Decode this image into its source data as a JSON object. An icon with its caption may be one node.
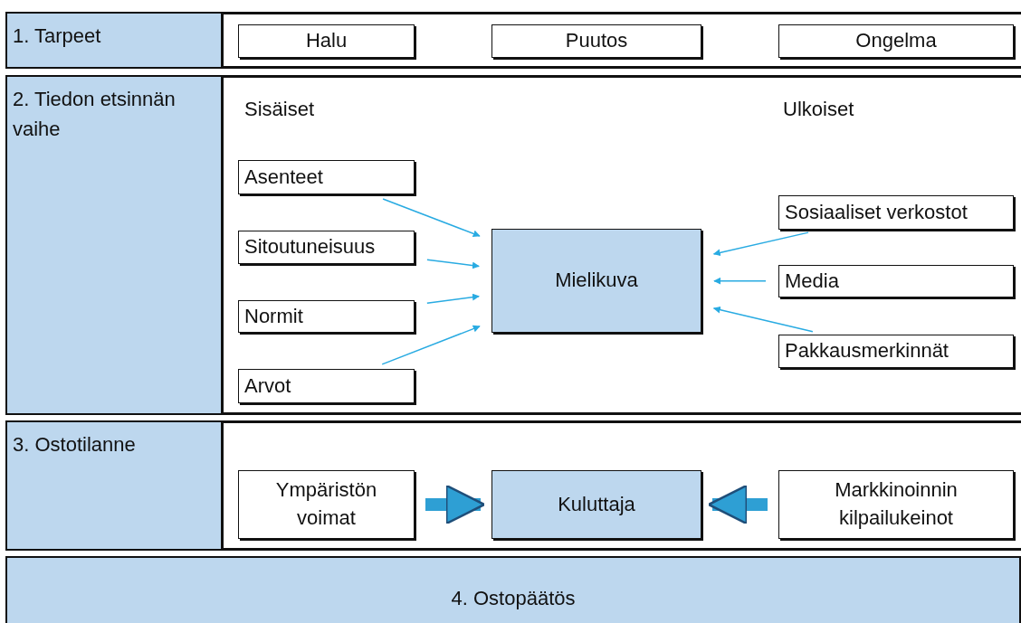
{
  "diagram": {
    "nodes": [
      {
        "text": [
          "1. Tarpeet"
        ]
      },
      {
        "text": [
          "Halu"
        ]
      },
      {
        "text": [
          "Puutos"
        ]
      },
      {
        "text": [
          "Ongelma"
        ]
      },
      {
        "text": [
          "2. Tiedon etsinnän vaihe"
        ]
      },
      {
        "text": [
          "Asenteet"
        ]
      },
      {
        "text": [
          "Sitoutuneisuus"
        ]
      },
      {
        "text": [
          "Normit"
        ]
      },
      {
        "text": [
          "Arvot"
        ]
      },
      {
        "text": [
          "Mielikuva"
        ]
      },
      {
        "text": [
          "Sosiaaliset verkostot"
        ]
      },
      {
        "text": [
          "Media"
        ]
      },
      {
        "text": [
          "Pakkausmerkinnät"
        ]
      },
      {
        "text": [
          "3. Ostotilanne"
        ]
      },
      {
        "text": [
          "Ympäristön voimat"
        ]
      },
      {
        "text": [
          "Kuluttaja"
        ]
      },
      {
        "text": [
          "Markkinoinnin kilpailukeinot"
        ]
      },
      {
        "text": [
          "4. Ostopäätös"
        ]
      }
    ],
    "edges": [
      {
        "from": 5,
        "to": 9,
        "arrow": "to"
      },
      {
        "from": 6,
        "to": 9,
        "arrow": "to"
      },
      {
        "from": 7,
        "to": 9,
        "arrow": "to"
      },
      {
        "from": 8,
        "to": 9,
        "arrow": "to"
      },
      {
        "from": 10,
        "to": 9,
        "arrow": "to"
      },
      {
        "from": 11,
        "to": 9,
        "arrow": "to"
      },
      {
        "from": 12,
        "to": 9,
        "arrow": "to"
      },
      {
        "from": 14,
        "to": 15,
        "arrow": "to",
        "style": "thick"
      },
      {
        "from": 16,
        "to": 15,
        "arrow": "to",
        "style": "thick"
      }
    ],
    "labels": [
      "Sisäiset",
      "Ulkoiset"
    ]
  }
}
